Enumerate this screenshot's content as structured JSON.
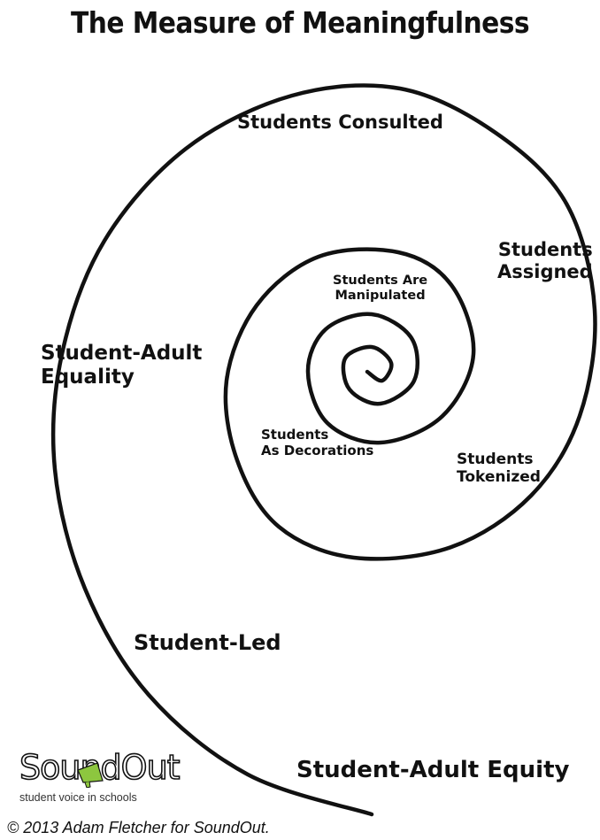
{
  "title": "The Measure of Meaningfulness",
  "labels": {
    "students_consulted": "Students Consulted",
    "students_assigned": [
      "Students",
      "Assigned"
    ],
    "student_adult_equality": [
      "Student-Adult",
      "Equality"
    ],
    "students_are_manipulated": [
      "Students Are",
      "Manipulated"
    ],
    "students_as_decorations": [
      "Students",
      "As Decorations"
    ],
    "students_tokenized": [
      "Students",
      "Tokenized"
    ],
    "student_led": "Student-Led",
    "student_adult_equity": "Student-Adult Equity"
  },
  "logo": {
    "wordmark": "SoundOut",
    "tagline": "student voice in schools",
    "accent_color": "#8dc63f"
  },
  "copyright": "© 2013 Adam Fletcher for SoundOut."
}
